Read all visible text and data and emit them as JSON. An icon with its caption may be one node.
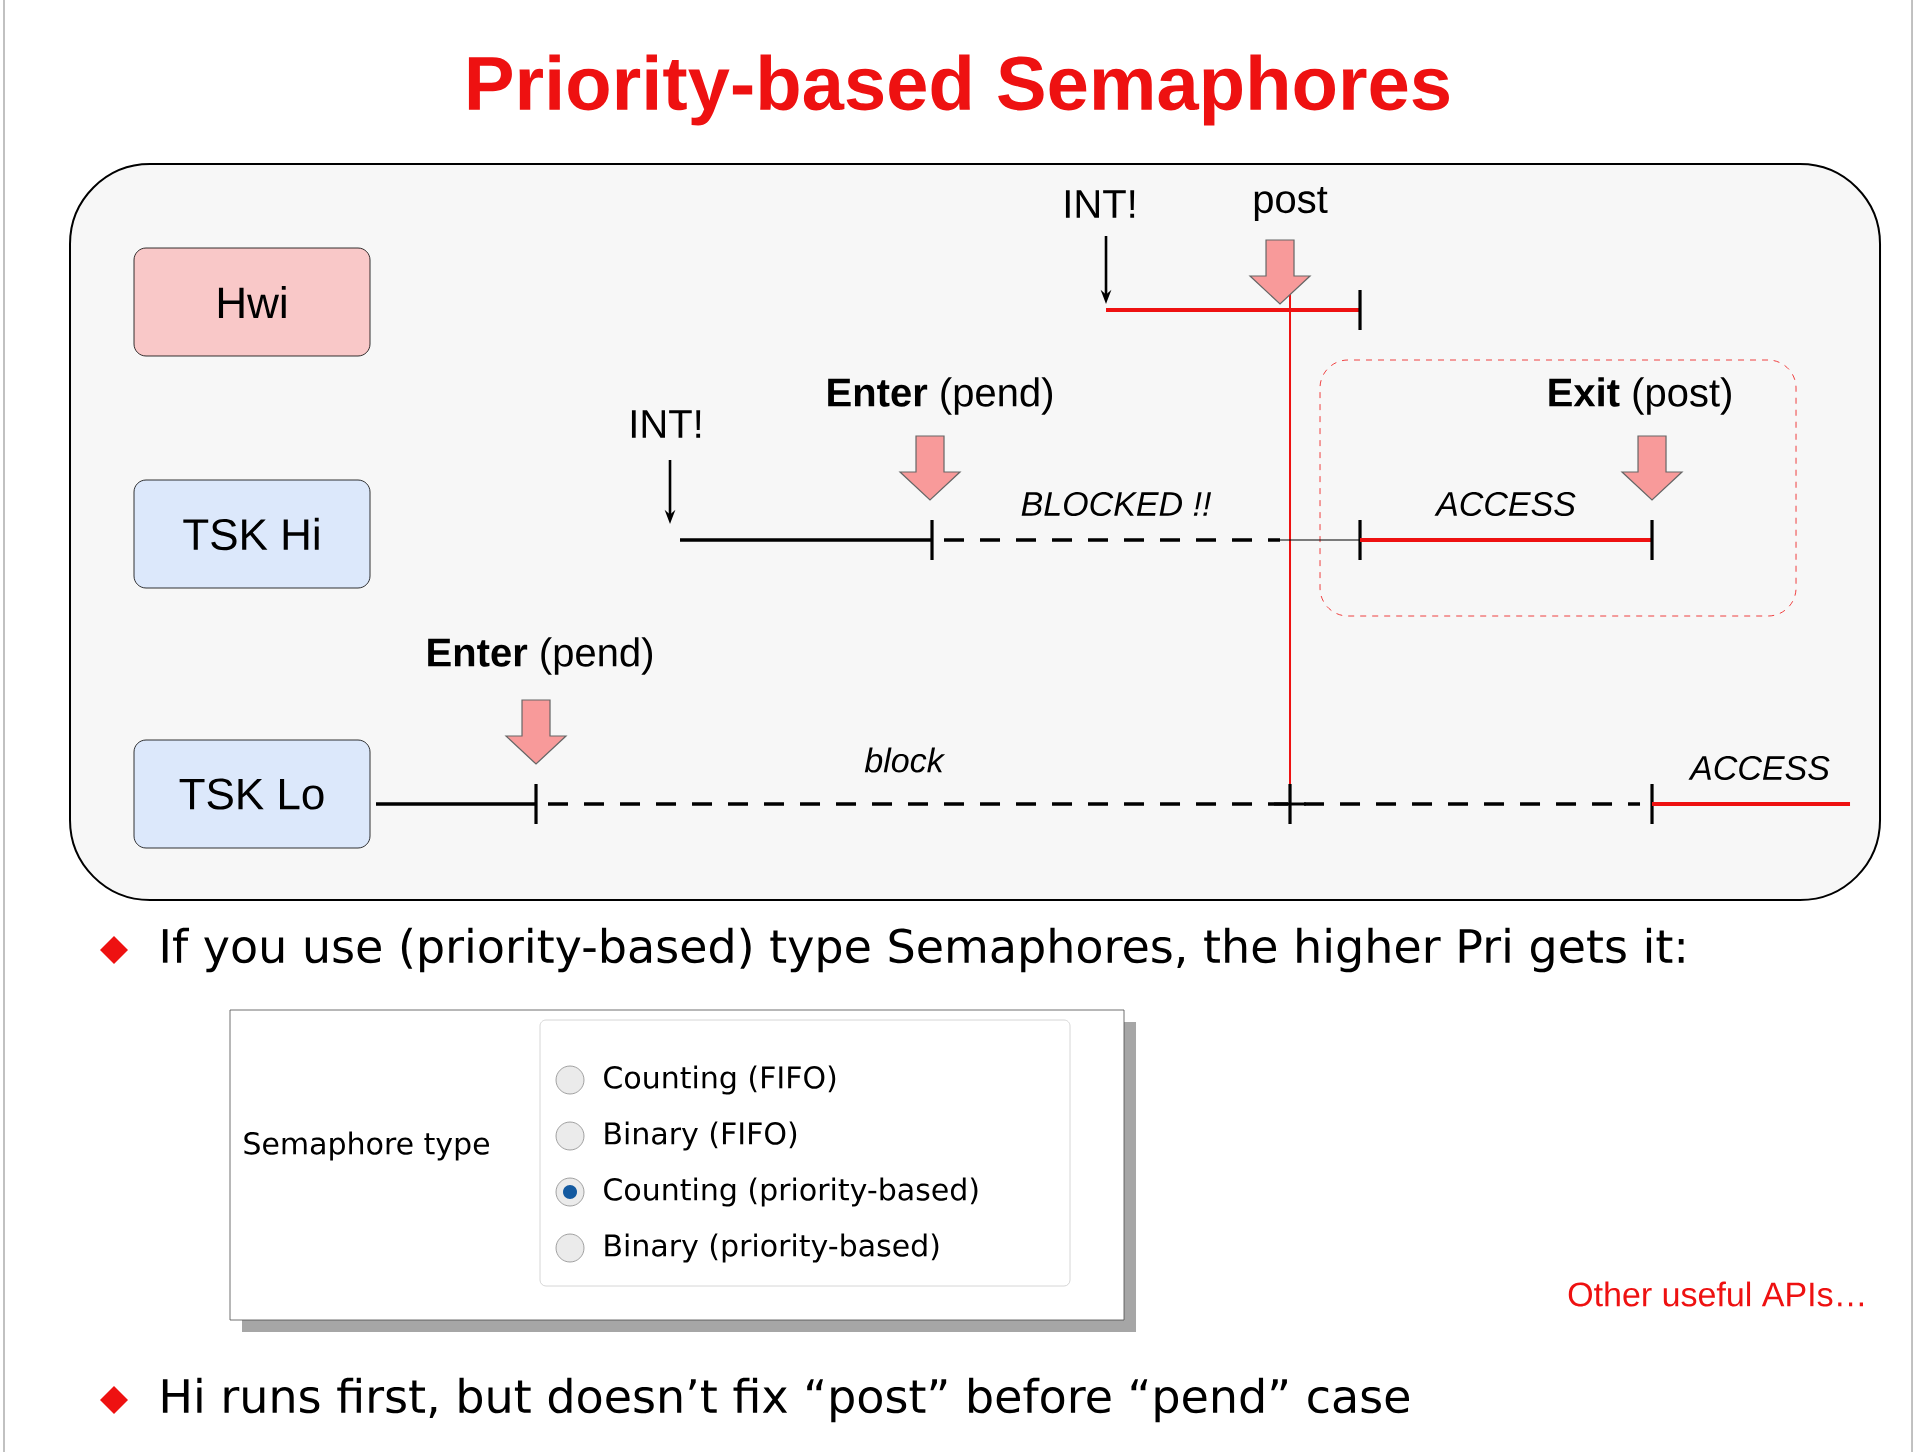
{
  "diagram": {
    "title": "Priority-based Semaphores",
    "nodes": [
      {
        "text": [
          "Hwi"
        ]
      },
      {
        "text": [
          "TSK Hi"
        ]
      },
      {
        "text": [
          "TSK Lo"
        ]
      },
      {
        "text": [
          "**Exit** (post)",
          "ACCESS"
        ]
      }
    ],
    "labels": [
      "INT!",
      "post",
      "INT!",
      "**Enter** (pend)",
      "BLOCKED !!",
      "**Enter** (pend)",
      "block",
      "ACCESS",
      "If you use (priority-based) type Semaphores, the higher Pri gets it:",
      "Semaphore type",
      "Counting (FIFO)",
      "Binary (FIFO)",
      "Counting (priority-based)",
      "Binary (priority-based)",
      "Other useful APIs…",
      "Hi runs first, but doesn’t fix “post” before “pend” case"
    ]
  }
}
